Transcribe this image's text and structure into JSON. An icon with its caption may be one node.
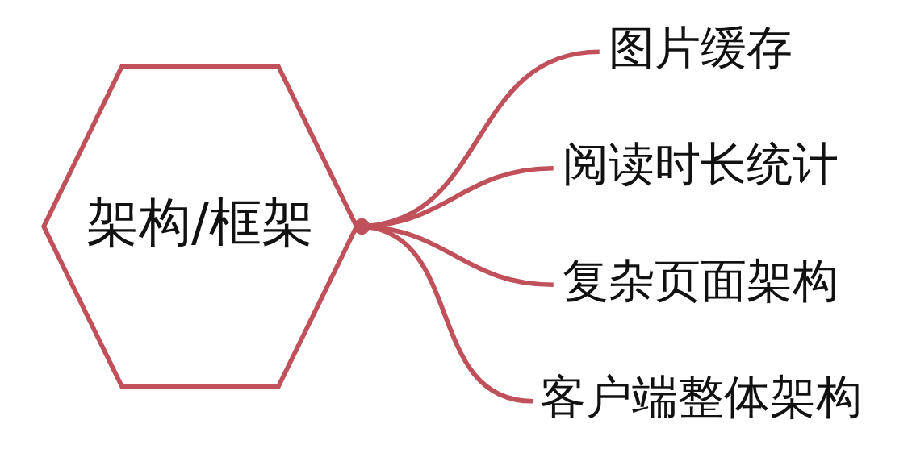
{
  "diagram": {
    "nodes": [
      {
        "text": [
          "架构/框架"
        ]
      },
      {
        "text": [
          "图片缓存"
        ]
      },
      {
        "text": [
          "阅读时长统计"
        ]
      },
      {
        "text": [
          "复杂页面架构"
        ]
      },
      {
        "text": [
          "客户端整体架构"
        ]
      }
    ],
    "edges": [
      {
        "from": 0,
        "to": 1,
        "arrow": "other"
      },
      {
        "from": 0,
        "to": 2,
        "arrow": "other"
      },
      {
        "from": 0,
        "to": 3,
        "arrow": "other"
      },
      {
        "from": 0,
        "to": 4,
        "arrow": "other"
      }
    ]
  }
}
